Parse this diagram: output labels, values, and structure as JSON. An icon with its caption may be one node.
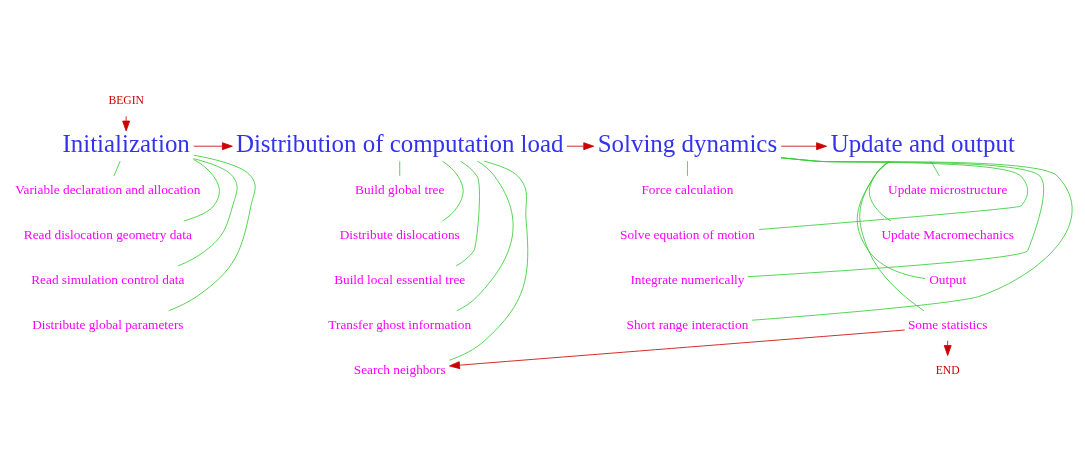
{
  "diagram": {
    "nodes": [
      {
        "text": [
          "BEGIN"
        ]
      },
      {
        "text": [
          "Initialization"
        ]
      },
      {
        "text": [
          "Variable declaration and allocation"
        ]
      },
      {
        "text": [
          "Read dislocation geometry data"
        ]
      },
      {
        "text": [
          "Read simulation control data"
        ]
      },
      {
        "text": [
          "Distribute global parameters"
        ]
      },
      {
        "text": [
          "Distribution of computation load"
        ]
      },
      {
        "text": [
          "Build global tree"
        ]
      },
      {
        "text": [
          "Distribute dislocations"
        ]
      },
      {
        "text": [
          "Build local essential tree"
        ]
      },
      {
        "text": [
          "Transfer ghost information"
        ]
      },
      {
        "text": [
          "Search neighbors"
        ]
      },
      {
        "text": [
          "Solving dynamics"
        ]
      },
      {
        "text": [
          "Force calculation"
        ]
      },
      {
        "text": [
          "Solve equation of motion"
        ]
      },
      {
        "text": [
          "Integrate numerically"
        ]
      },
      {
        "text": [
          "Short range interaction"
        ]
      },
      {
        "text": [
          "Update and output"
        ]
      },
      {
        "text": [
          "Update microstructure"
        ]
      },
      {
        "text": [
          "Update Macromechanics"
        ]
      },
      {
        "text": [
          "Output"
        ]
      },
      {
        "text": [
          "Some statistics"
        ]
      },
      {
        "text": [
          "END"
        ]
      }
    ],
    "edges": [
      {
        "from": 0,
        "to": 1,
        "arrow": "to",
        "color": "#cc0000"
      },
      {
        "from": 1,
        "to": 2,
        "arrow": "none"
      },
      {
        "from": 1,
        "to": 3,
        "arrow": "none"
      },
      {
        "from": 1,
        "to": 4,
        "arrow": "none"
      },
      {
        "from": 1,
        "to": 5,
        "arrow": "none"
      },
      {
        "from": 1,
        "to": 6,
        "arrow": "to",
        "color": "#cc0000"
      },
      {
        "from": 6,
        "to": 7,
        "arrow": "none"
      },
      {
        "from": 6,
        "to": 8,
        "arrow": "none"
      },
      {
        "from": 6,
        "to": 9,
        "arrow": "none"
      },
      {
        "from": 6,
        "to": 10,
        "arrow": "none"
      },
      {
        "from": 6,
        "to": 11,
        "arrow": "none"
      },
      {
        "from": 6,
        "to": 12,
        "arrow": "to",
        "color": "#cc0000"
      },
      {
        "from": 12,
        "to": 13,
        "arrow": "none"
      },
      {
        "from": 12,
        "to": 14,
        "arrow": "none"
      },
      {
        "from": 12,
        "to": 15,
        "arrow": "none"
      },
      {
        "from": 12,
        "to": 16,
        "arrow": "none"
      },
      {
        "from": 12,
        "to": 17,
        "arrow": "to",
        "color": "#cc0000"
      },
      {
        "from": 17,
        "to": 18,
        "arrow": "none"
      },
      {
        "from": 17,
        "to": 19,
        "arrow": "none"
      },
      {
        "from": 17,
        "to": 20,
        "arrow": "none"
      },
      {
        "from": 17,
        "to": 21,
        "arrow": "none"
      },
      {
        "from": 21,
        "to": 22,
        "arrow": "to",
        "color": "#cc0000"
      },
      {
        "from": 21,
        "to": 11,
        "arrow": "to",
        "color": "#cc0000"
      }
    ]
  }
}
